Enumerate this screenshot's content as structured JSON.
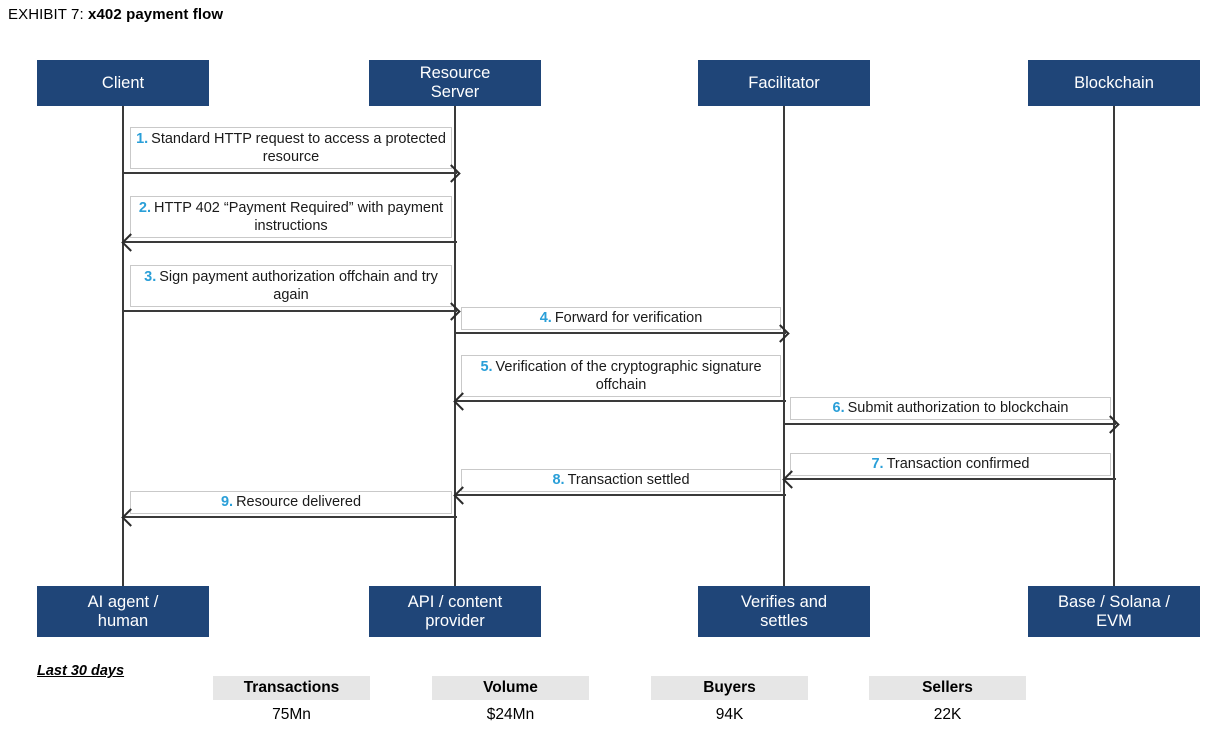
{
  "exhibit": {
    "lead": "EXHIBIT 7: ",
    "title": "x402 payment flow"
  },
  "colors": {
    "actor_blue": "#1f4578",
    "step_number_blue": "#2a9fd8",
    "line_gray": "#3a3a3a",
    "stat_header_gray": "#e6e6e6"
  },
  "actors": [
    {
      "id": "client",
      "header": "Client",
      "footer": "AI agent /\nhuman"
    },
    {
      "id": "resource-server",
      "header": "Resource\nServer",
      "footer": "API / content\nprovider"
    },
    {
      "id": "facilitator",
      "header": "Facilitator",
      "footer": "Verifies and\nsettles"
    },
    {
      "id": "blockchain",
      "header": "Blockchain",
      "footer": "Base / Solana /\nEVM"
    }
  ],
  "actor_headers": {
    "client": "Client",
    "resource_server_line1": "Resource",
    "resource_server_line2": "Server",
    "facilitator": "Facilitator",
    "blockchain": "Blockchain"
  },
  "actor_footers": {
    "client_line1": "AI agent /",
    "client_line2": "human",
    "resource_server_line1": "API / content",
    "resource_server_line2": "provider",
    "facilitator_line1": "Verifies and",
    "facilitator_line2": "settles",
    "blockchain_line1": "Base / Solana /",
    "blockchain_line2": "EVM"
  },
  "messages": [
    {
      "num": "1.",
      "text": "Standard HTTP request to access a protected resource",
      "from": "client",
      "to": "resource-server",
      "direction": "right"
    },
    {
      "num": "2.",
      "text": "HTTP 402 “Payment Required” with payment instructions",
      "from": "resource-server",
      "to": "client",
      "direction": "left"
    },
    {
      "num": "3.",
      "text": "Sign payment authorization offchain and try again",
      "from": "client",
      "to": "resource-server",
      "direction": "right"
    },
    {
      "num": "4.",
      "text": "Forward for verification",
      "from": "resource-server",
      "to": "facilitator",
      "direction": "right"
    },
    {
      "num": "5.",
      "text": "Verification of the cryptographic signature offchain",
      "from": "facilitator",
      "to": "resource-server",
      "direction": "left"
    },
    {
      "num": "6.",
      "text": "Submit authorization to blockchain",
      "from": "facilitator",
      "to": "blockchain",
      "direction": "right"
    },
    {
      "num": "7.",
      "text": "Transaction confirmed",
      "from": "blockchain",
      "to": "facilitator",
      "direction": "left"
    },
    {
      "num": "8.",
      "text": "Transaction settled",
      "from": "facilitator",
      "to": "resource-server",
      "direction": "left"
    },
    {
      "num": "9.",
      "text": "Resource delivered",
      "from": "resource-server",
      "to": "client",
      "direction": "left"
    }
  ],
  "stats": {
    "note": "Last 30 days",
    "items": [
      {
        "label": "Transactions",
        "value": "75Mn"
      },
      {
        "label": "Volume",
        "value": "$24Mn"
      },
      {
        "label": "Buyers",
        "value": "94K"
      },
      {
        "label": "Sellers",
        "value": "22K"
      }
    ]
  }
}
